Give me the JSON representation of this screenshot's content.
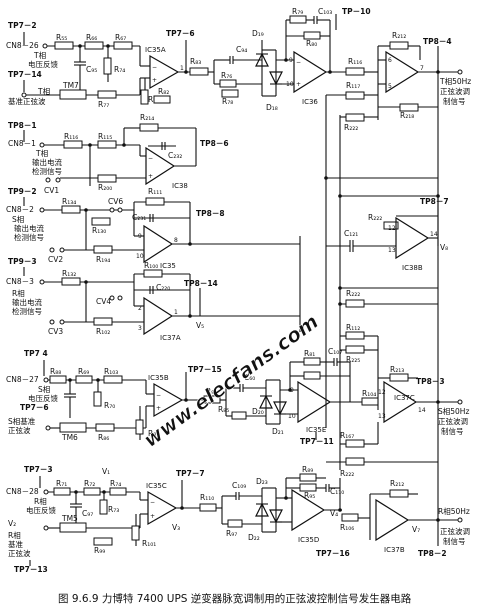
{
  "caption": "图 9.6.9  力博特 7400 UPS 逆变器脉宽调制用的正弦波控制信号发生器电路",
  "watermark": "www.elecfans.com",
  "tp": {
    "tp7_2": "TP7－2",
    "tp7_14": "TP7－14",
    "tp7_6": "TP7－6",
    "tp7_10": "TP－10",
    "tp8_4": "TP8－4",
    "tp8_1": "TP8－1",
    "tp8_6": "TP8－6",
    "tp9_2": "TP9－2",
    "tp8_8": "TP8－8",
    "tp8_7": "TP8－7",
    "tp9_3": "TP9－3",
    "tp8_14": "TP8－14",
    "tp7_4": "TP7 4",
    "tp7_15": "TP7－15",
    "tp7_11": "TP7－11",
    "tp8_3": "TP8－3",
    "tp7_3": "TP7－3",
    "tp7_7": "TP7－7",
    "tp7_16": "TP7－16",
    "tp7_13": "TP7－13",
    "tp8_2": "TP8－2"
  },
  "conn": {
    "cn8_26": "CN8－26",
    "cn8_1": "CN8－1",
    "cn8_2": "CN8－2",
    "cn8_3": "CN8－3",
    "cn8_27": "CN8－27",
    "cn8_28": "CN8－28"
  },
  "inputs": {
    "t_v_fb_1": "T相",
    "t_v_fb_2": "电压反馈",
    "t_ref_1": "T相",
    "t_ref_2": "基准正弦波",
    "t_out_1": "T相",
    "t_out_2": "输出电流",
    "t_out_3": "检测信号",
    "s_out_1": "S相",
    "s_out_2": "输出电流",
    "s_out_3": "检测信号",
    "r_out_1": "R相",
    "r_out_2": "输出电流",
    "r_out_3": "检测信号",
    "s_v_fb_1": "S相",
    "s_v_fb_2": "电压反馈",
    "s_ref_1": "S相基准",
    "s_ref_2": "正弦波",
    "r_v_fb_1": "R相",
    "r_v_fb_2": "电压反馈",
    "r_ref_1": "R相",
    "r_ref_2": "基准",
    "r_ref_3": "正弦波"
  },
  "outputs": {
    "t_1": "T相50Hz",
    "t_2": "正弦波调",
    "t_3": "制信号",
    "s_1": "S相50Hz",
    "s_2": "正弦波调",
    "s_3": "制信号",
    "r_1": "R相50Hz",
    "r_2": "正弦波调",
    "r_3": "制信号"
  },
  "chips": {
    "ic35a": "IC35A",
    "ic36": "IC36",
    "ic38": "IC38",
    "ic35": "IC35",
    "ic37a": "IC37A",
    "ic38b": "IC38B",
    "ic35b": "IC35B",
    "ic35e": "IC35E",
    "ic37c": "IC37C",
    "ic35c": "IC35C",
    "ic35d": "IC35D",
    "ic37b": "IC37B"
  },
  "parts": {
    "r55": "R₅₅",
    "r66": "R₆₆",
    "r67": "R₆₇",
    "c95": "C₉₅",
    "r74": "R₇₄",
    "tm7": "TM7",
    "r77": "R₇₇",
    "r83": "R₈₃",
    "r84": "R₈₄",
    "r82": "R₈₂",
    "c94": "C₉₄",
    "r76": "R₇₆",
    "r78": "R₇₈",
    "d19": "D₁₉",
    "d18": "D₁₈",
    "r79": "R₇₉",
    "c103": "C₁₀₃",
    "r80": "R₈₀",
    "r116": "R₁₁₆",
    "r117": "R₁₁₇",
    "r212t": "R₂₁₂",
    "r222t": "R₂₂₂",
    "r218": "R₂₁₈",
    "r116b": "R₁₁₆",
    "r115": "R₁₁₅",
    "r214": "R₂₁₄",
    "c232": "C₂₃₂",
    "r200": "R₂₀₀",
    "cv1": "CV1",
    "r134": "R₁₃₄",
    "r130": "R₁₃₀",
    "r194": "R₁₉₄",
    "cv6": "CV6",
    "cv2": "CV2",
    "r111": "R₁₁₁",
    "c231": "C₂₃₁",
    "c121": "C₁₂₁",
    "r222m": "R₂₂₂",
    "r132": "R₁₃₂",
    "r100": "R₁₀₀",
    "c220": "C₂₂₀",
    "cv4": "CV4",
    "r102": "R₁₀₂",
    "cv3": "CV3",
    "rxxx": "R₂₂₂",
    "r88": "R₈₈",
    "r69": "R₆₉",
    "r103": "R₁₀₃",
    "r70": "R₇₀",
    "tm6": "TM6",
    "r86": "R₈₆",
    "r87": "R₈₇",
    "r85": "R₈₅",
    "r90": "R₉₀",
    "c60": "C₆₀",
    "c107": "C₁₀₇",
    "d20": "D₂₀",
    "d21": "D₂₁",
    "r81": "R₈₁",
    "r112": "R₁₁₂",
    "r225": "R₂₂₅",
    "r213": "R₂₁₃",
    "r104": "R₁₀₄",
    "r167": "R₁₆₇",
    "r222s": "R₂₂₂",
    "r71": "R₇₁",
    "r72": "R₇₂",
    "r73": "R₇₃",
    "c97": "C₉₇",
    "tm5": "TM5",
    "r99": "R₉₉",
    "r110": "R₁₁₀",
    "c109": "C₁₀₉",
    "r97": "R₉₇",
    "r101": "R₁₀₁",
    "d23": "D₂₃",
    "d22": "D₂₂",
    "r95": "R₉₅",
    "c110": "C₁₁₀",
    "r106": "R₁₀₆",
    "r212r": "R₂₁₂",
    "r89": "R₈₉",
    "v1": "V₁",
    "v2": "V₂",
    "v3": "V₃",
    "v4": "V₄",
    "v5": "V₅",
    "v7": "V₇",
    "v8": "V₈"
  }
}
